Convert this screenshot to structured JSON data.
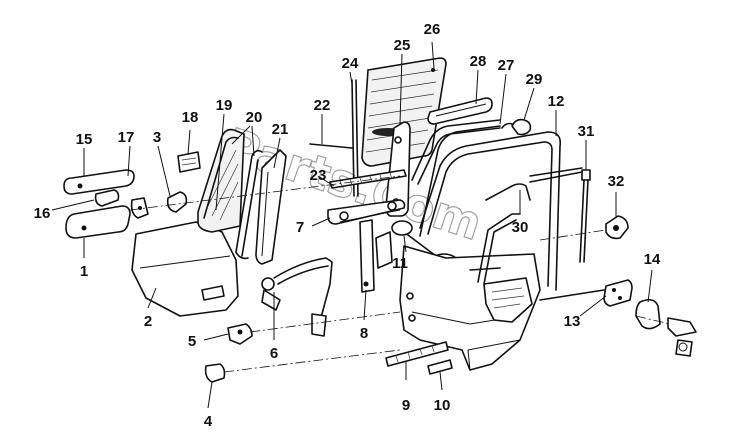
{
  "watermark": "Parts.Com",
  "callouts": [
    {
      "id": "c1",
      "text": "1"
    },
    {
      "id": "c2",
      "text": "2"
    },
    {
      "id": "c3",
      "text": "3"
    },
    {
      "id": "c4",
      "text": "4"
    },
    {
      "id": "c5",
      "text": "5"
    },
    {
      "id": "c6",
      "text": "6"
    },
    {
      "id": "c7",
      "text": "7"
    },
    {
      "id": "c8",
      "text": "8"
    },
    {
      "id": "c9",
      "text": "9"
    },
    {
      "id": "c10",
      "text": "10"
    },
    {
      "id": "c11",
      "text": "11"
    },
    {
      "id": "c12",
      "text": "12"
    },
    {
      "id": "c13",
      "text": "13"
    },
    {
      "id": "c14",
      "text": "14"
    },
    {
      "id": "c15",
      "text": "15"
    },
    {
      "id": "c16",
      "text": "16"
    },
    {
      "id": "c17",
      "text": "17"
    },
    {
      "id": "c18",
      "text": "18"
    },
    {
      "id": "c19",
      "text": "19"
    },
    {
      "id": "c20",
      "text": "20"
    },
    {
      "id": "c21",
      "text": "21"
    },
    {
      "id": "c22",
      "text": "22"
    },
    {
      "id": "c23",
      "text": "23"
    },
    {
      "id": "c24",
      "text": "24"
    },
    {
      "id": "c25",
      "text": "25"
    },
    {
      "id": "c26",
      "text": "26"
    },
    {
      "id": "c27",
      "text": "27"
    },
    {
      "id": "c28",
      "text": "28"
    },
    {
      "id": "c29",
      "text": "29"
    },
    {
      "id": "c30",
      "text": "30"
    },
    {
      "id": "c31",
      "text": "31"
    },
    {
      "id": "c32",
      "text": "32"
    }
  ]
}
